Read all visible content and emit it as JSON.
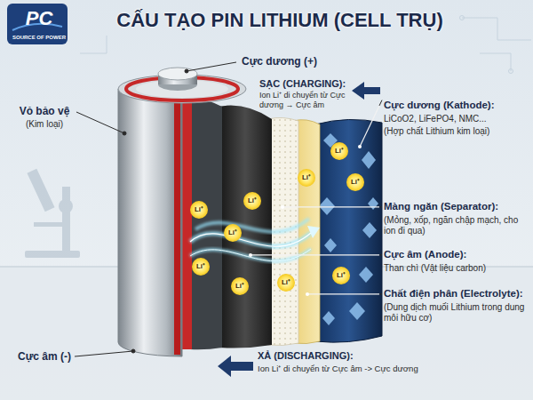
{
  "diagram": {
    "title": "CẤU TẠO PIN LITHIUM (CELL TRỤ)",
    "labels": [
      "PC",
      "SOURCE OF POWER",
      "Cực dương (+)",
      "SẠC (CHARGING):",
      "Ion Li⁺ di chuyển từ Cực dương → Cực âm",
      "Vỏ bảo vệ",
      "(Kim loại)",
      "Cực dương (Kathode):",
      "LiCoO2, LiFePO4, NMC...",
      "(Hợp chất Lithium kim loại)",
      "Màng ngăn (Separator):",
      "(Mỏng, xốp, ngăn chập mạch, cho ion đi qua)",
      "Cực âm (Anode):",
      "Than chì (Vật liệu carbon)",
      "Chất điện phân (Electrolyte):",
      "(Dung dịch muối Lithium trong dung môi hữu cơ)",
      "XẢ (DISCHARGING):",
      "Ion Li⁺ di chuyển từ Cực âm -> Cực dương",
      "Cực âm (-)",
      "Li⁺",
      "Li⁺",
      "Li⁺",
      "Li⁺",
      "Li⁺",
      "Li⁺",
      "Li⁺",
      "Li⁺",
      "Li⁺",
      "Li⁺"
    ]
  }
}
